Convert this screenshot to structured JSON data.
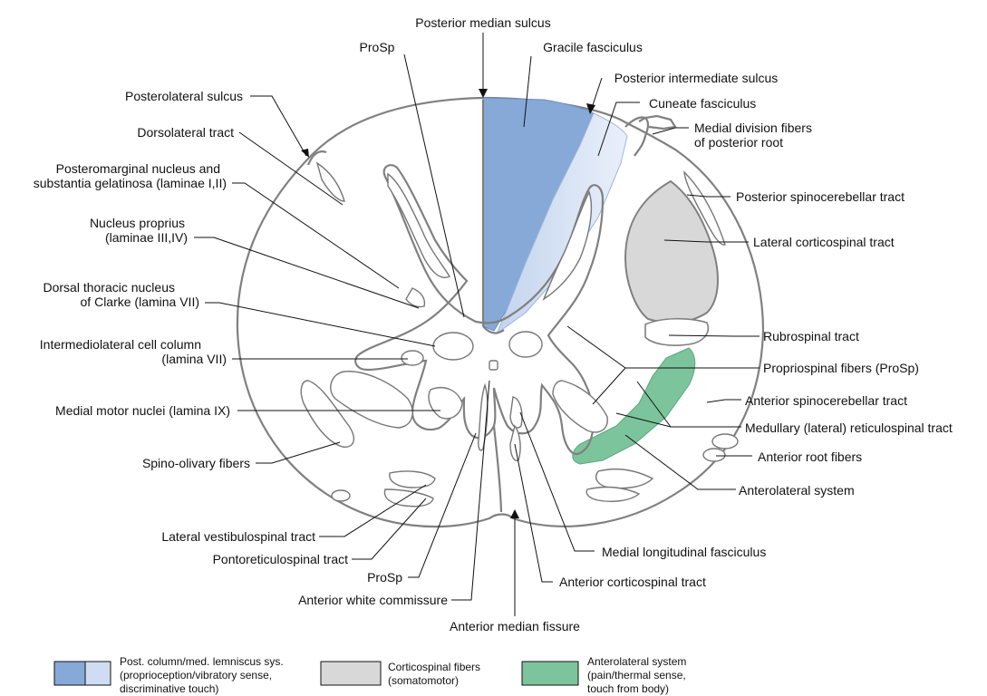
{
  "labels": {
    "posterior_median_sulcus": "Posterior median sulcus",
    "prosp_top": "ProSp",
    "gracile_fasciculus": "Gracile fasciculus",
    "posterior_intermediate_sulcus": "Posterior intermediate sulcus",
    "posterolateral_sulcus": "Posterolateral sulcus",
    "cuneate_fasciculus": "Cuneate fasciculus",
    "dorsolateral_tract": "Dorsolateral tract",
    "medial_division_fibers_1": "Medial division fibers",
    "medial_division_fibers_2": "of posterior root",
    "posteromarginal_1": "Posteromarginal nucleus and",
    "posteromarginal_2": "substantia gelatinosa (laminae I,II)",
    "posterior_spinocerebellar_tract": "Posterior spinocerebellar tract",
    "nucleus_proprius_1": "Nucleus proprius",
    "nucleus_proprius_2": "(laminae III,IV)",
    "lateral_corticospinal_tract": "Lateral corticospinal tract",
    "dorsal_thoracic_1": "Dorsal thoracic nucleus",
    "dorsal_thoracic_2": "of Clarke (lamina VII)",
    "rubrospinal_tract": "Rubrospinal tract",
    "intermediolateral_1": "Intermediolateral cell column",
    "intermediolateral_2": "(lamina VII)",
    "propriospinal_fibers": "Propriospinal fibers (ProSp)",
    "anterior_spinocerebellar_tract": "Anterior spinocerebellar tract",
    "medial_motor_nuclei": "Medial motor nuclei (lamina IX)",
    "medullary_reticulospinal_tract": "Medullary (lateral) reticulospinal tract",
    "anterior_root_fibers": "Anterior root fibers",
    "spino_olivary_fibers": "Spino-olivary fibers",
    "anterolateral_system": "Anterolateral system",
    "lateral_vestibulospinal_tract": "Lateral vestibulospinal tract",
    "medial_longitudinal_fasciculus": "Medial longitudinal fasciculus",
    "pontoreticulospinal_tract": "Pontoreticulospinal tract",
    "prosp_bottom": "ProSp",
    "anterior_corticospinal_tract": "Anterior corticospinal tract",
    "anterior_white_commissure": "Anterior white commissure",
    "anterior_median_fissure": "Anterior median fissure"
  },
  "legend": [
    {
      "line1": "Post. column/med. lemniscus sys.",
      "line2": "(proprioception/vibratory sense,",
      "line3": "discriminative touch)",
      "colors": [
        "#86a9d8",
        "#cfdcf1"
      ]
    },
    {
      "line1": "Corticospinal fibers",
      "line2": "(somatomotor)",
      "colors": [
        "#d8d8d8"
      ]
    },
    {
      "line1": "Anterolateral system",
      "line2": "(pain/thermal sense,",
      "line3": "touch from body)",
      "colors": [
        "#7cc49b"
      ]
    }
  ],
  "colors": {
    "post_column_dark": "#86a9d8",
    "post_column_light": "#cfdcf1",
    "corticospinal": "#d8d8d8",
    "anterolateral": "#7cc49b",
    "outline": "#808080"
  }
}
